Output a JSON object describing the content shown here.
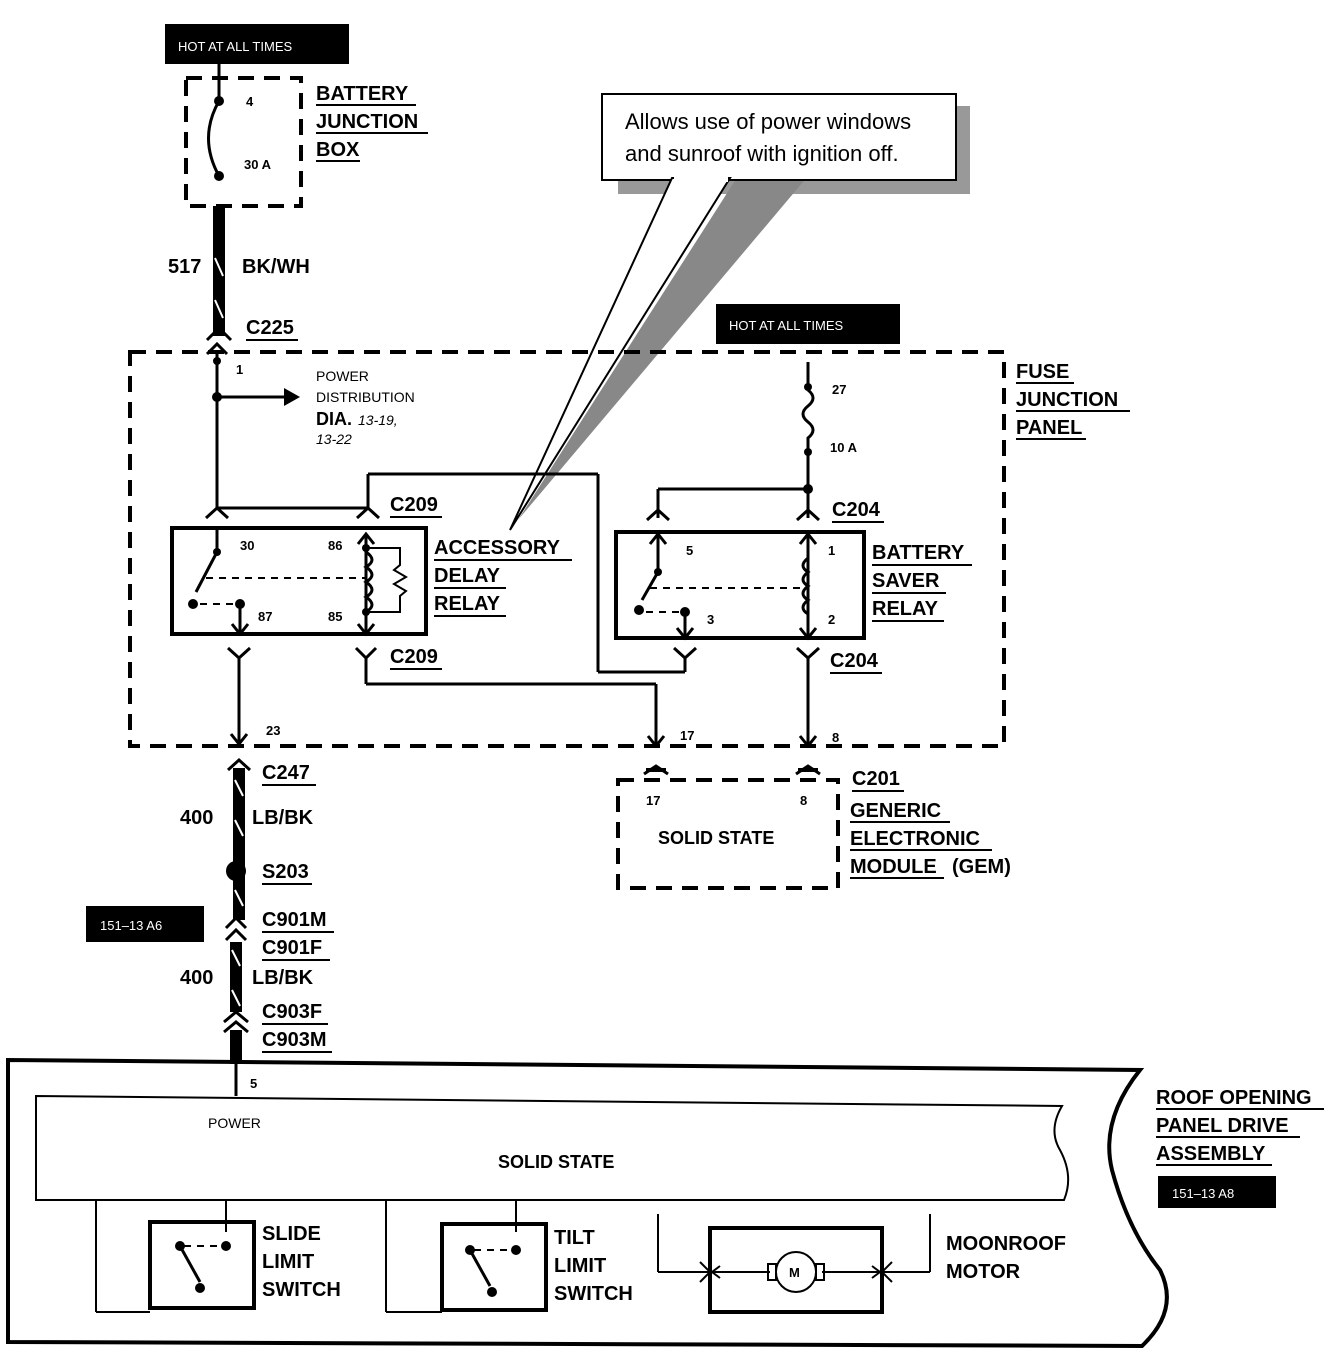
{
  "tags": {
    "hot_top": "HOT AT ALL TIMES",
    "hot_fuse": "HOT AT ALL TIMES",
    "ref_left": "151–13 A6",
    "ref_right": "151–13 A8"
  },
  "battery_junction_box": {
    "label_lines": [
      "BATTERY",
      "JUNCTION",
      "BOX"
    ],
    "pin": "4",
    "fuse_rating": "30 A"
  },
  "wires": {
    "circuit_517": "517",
    "color_517": "BK/WH",
    "circuit_400a": "400",
    "color_400a": "LB/BK",
    "circuit_400b": "400",
    "color_400b": "LB/BK"
  },
  "connectors": {
    "c225": "C225",
    "c209_top": "C209",
    "c209_bottom": "C209",
    "c204_top": "C204",
    "c204_bottom": "C204",
    "c247": "C247",
    "s203": "S203",
    "c901m": "C901M",
    "c901f": "C901F",
    "c903f": "C903F",
    "c903m": "C903M",
    "c201": "C201"
  },
  "callout": {
    "line1": "Allows use of power windows",
    "line2": "and sunroof with ignition off."
  },
  "fuse_junction_panel": {
    "label_lines": [
      "FUSE",
      "JUNCTION",
      "PANEL"
    ],
    "pin_1": "1",
    "power_distribution_lines": [
      "POWER",
      "DISTRIBUTION"
    ],
    "dia_label": "DIA.",
    "dia_refs_1": "13-19,",
    "dia_refs_2": "13-22",
    "pin_27": "27",
    "fuse_10a": "10 A",
    "pin_23": "23",
    "pin_17": "17",
    "pin_8": "8"
  },
  "accessory_delay_relay": {
    "label_lines": [
      "ACCESSORY",
      "DELAY",
      "RELAY"
    ],
    "pins": {
      "p30": "30",
      "p86": "86",
      "p87": "87",
      "p85": "85"
    }
  },
  "battery_saver_relay": {
    "label_lines": [
      "BATTERY",
      "SAVER",
      "RELAY"
    ],
    "pins": {
      "p5": "5",
      "p1": "1",
      "p3": "3",
      "p2": "2"
    }
  },
  "gem": {
    "pin_17": "17",
    "pin_8": "8",
    "inner": "SOLID STATE",
    "label_lines": [
      "GENERIC",
      "ELECTRONIC",
      "MODULE"
    ],
    "label_suffix": "(GEM)"
  },
  "roof_assembly": {
    "label_lines": [
      "ROOF OPENING",
      "PANEL DRIVE",
      "ASSEMBLY"
    ],
    "pin": "5",
    "power": "POWER",
    "inner": "SOLID STATE",
    "slide_lines": [
      "SLIDE",
      "LIMIT",
      "SWITCH"
    ],
    "tilt_lines": [
      "TILT",
      "LIMIT",
      "SWITCH"
    ],
    "motor_lines": [
      "MOONROOF",
      "MOTOR"
    ],
    "motor_symbol": "M"
  }
}
